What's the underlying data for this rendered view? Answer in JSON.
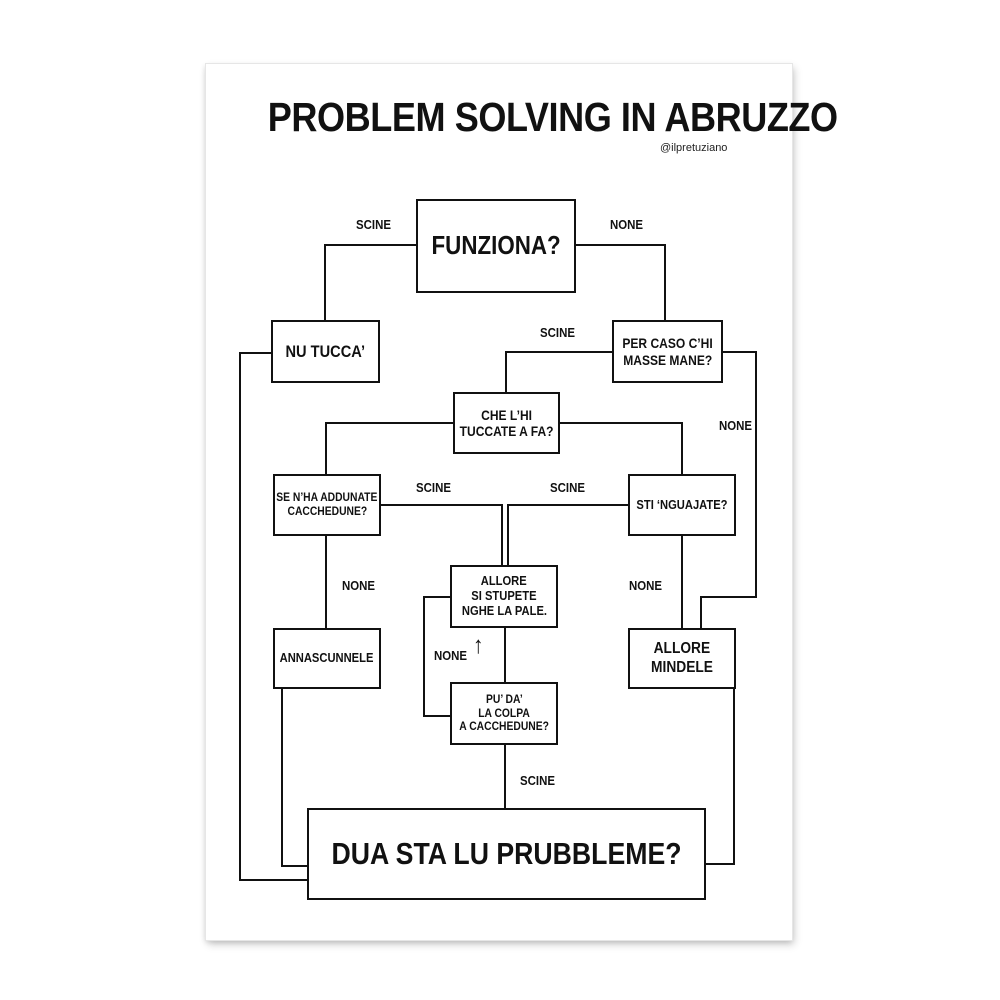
{
  "title": "PROBLEM SOLVING IN ABRUZZO",
  "credit": "@ilpretuziano",
  "nodes": {
    "funziona": "FUNZIONA?",
    "nu_tucca": "NU TUCCA’",
    "per_caso_1": "PER CASO C’HI",
    "per_caso_2": "MASSE MANE?",
    "che_lhi_1": "CHE L’HI",
    "che_lhi_2": "TUCCATE A FA?",
    "se_nha_1": "SE N’HA ADDUNATE",
    "se_nha_2": "CACCHEDUNE?",
    "sti_nguajate": "STI ‘NGUAJATE?",
    "allore_si_1": "ALLORE",
    "allore_si_2": "SI STUPETE",
    "allore_si_3": "NGHE LA PALE.",
    "annascunnele": "ANNASCUNNELE",
    "allore_mindele_1": "ALLORE",
    "allore_mindele_2": "MINDELE",
    "pu_da_1": "PU’ DA’",
    "pu_da_2": "LA COLPA",
    "pu_da_3": "A CACCHEDUNE?",
    "dua_sta": "DUA STA LU PRUBBLEME?"
  },
  "labels": {
    "scine_top": "SCINE",
    "none_top": "NONE",
    "scine_per_caso": "SCINE",
    "none_right": "NONE",
    "scine_left": "SCINE",
    "scine_right": "SCINE",
    "none_se_nha": "NONE",
    "none_sti": "NONE",
    "none_pu_da": "NONE",
    "arrow_up": "↑",
    "scine_bottom": "SCINE"
  },
  "colors": {
    "ink": "#111111",
    "paper": "#ffffff"
  }
}
